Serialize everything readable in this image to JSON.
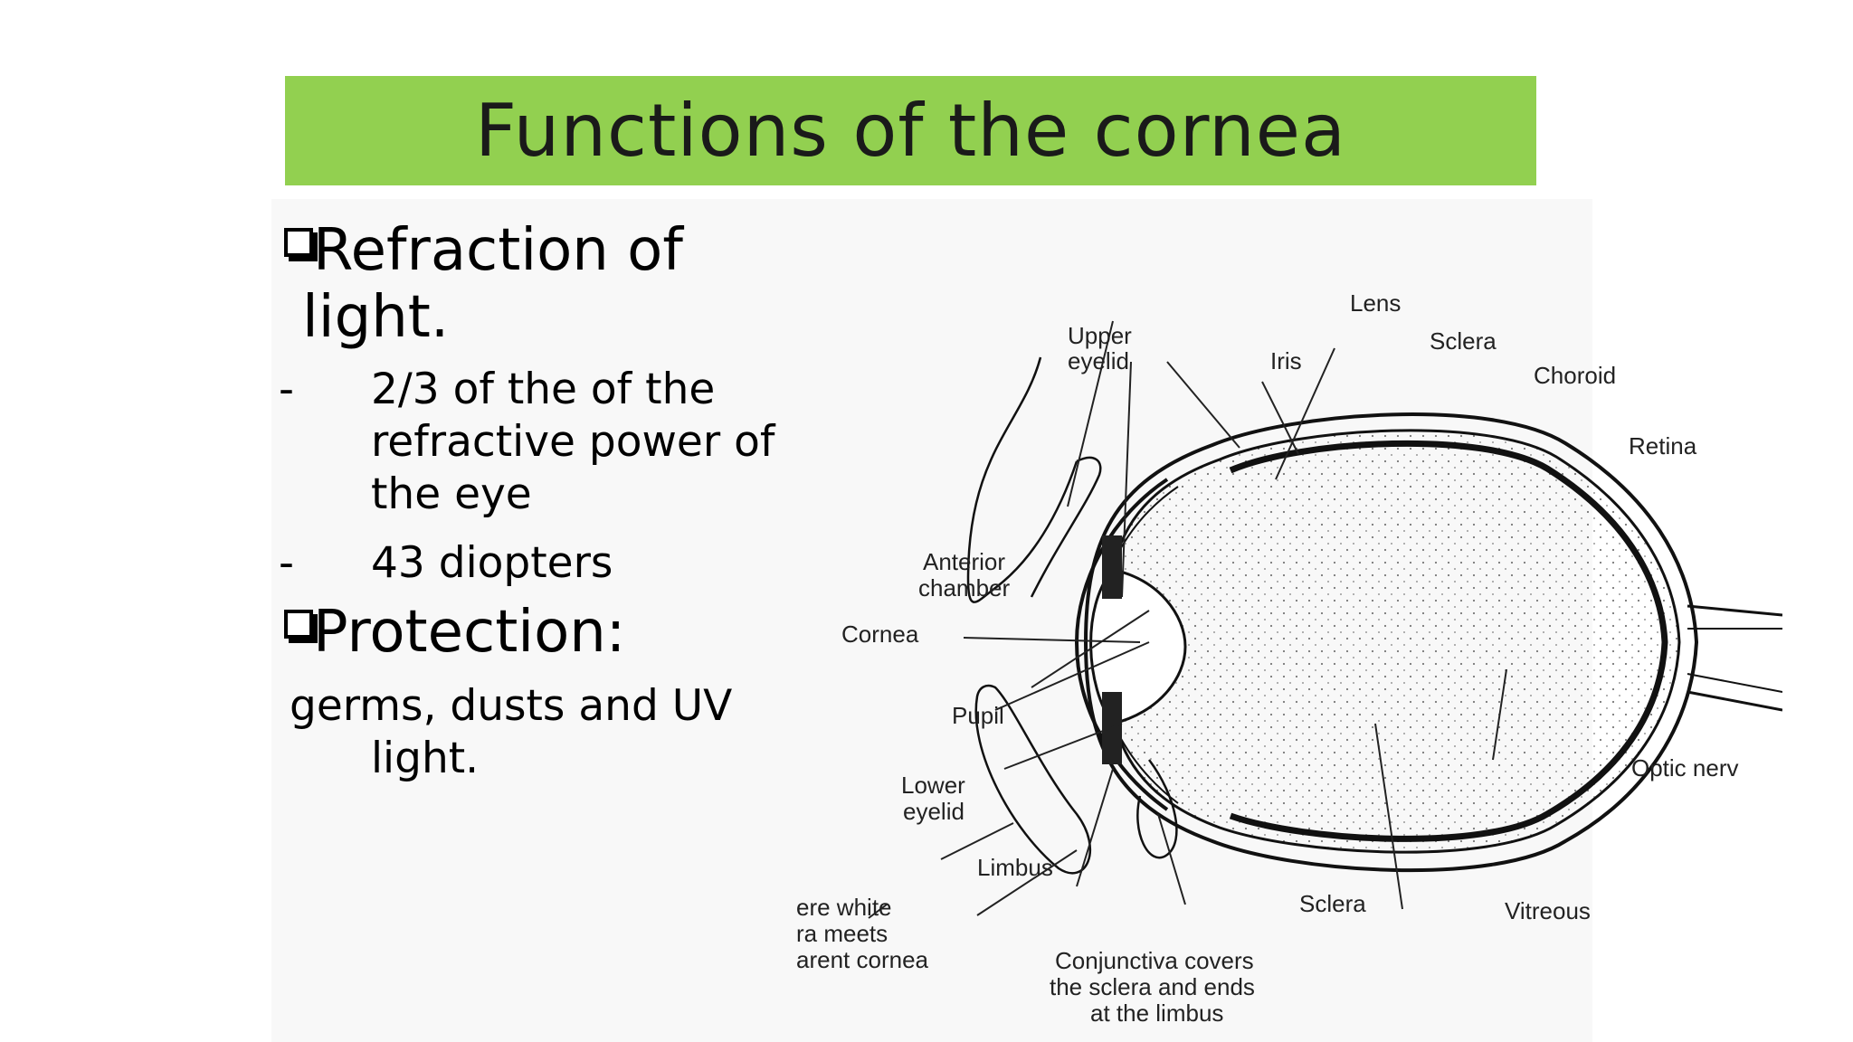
{
  "slide": {
    "title": "Functions of the cornea",
    "point1": {
      "line1": "Refraction of",
      "line2": "light.",
      "sub_bullets": [
        {
          "dash": "-",
          "lines": [
            "2/3 of the of the",
            "refractive power of",
            "the eye"
          ]
        },
        {
          "dash": "-",
          "lines": [
            "43 diopters"
          ]
        }
      ]
    },
    "point2": {
      "heading": "Protection:",
      "line1": "germs, dusts and UV",
      "line2": "light."
    },
    "colors": {
      "title_bar": "#92d050"
    }
  },
  "diagram": {
    "labels": {
      "lens": "Lens",
      "upper_eyelid_1": "Upper",
      "upper_eyelid_2": "eyelid",
      "iris": "Iris",
      "sclera_top": "Sclera",
      "choroid": "Choroid",
      "retina": "Retina",
      "anterior_chamber_1": "Anterior",
      "anterior_chamber_2": "chamber",
      "cornea": "Cornea",
      "pupil": "Pupil",
      "lower_eyelid_1": "Lower",
      "lower_eyelid_2": "eyelid",
      "optic_nerve": "Optic nerv",
      "limbus": "Limbus",
      "limbus_note_1": "ere white",
      "limbus_note_2": "ra meets",
      "limbus_note_3": "arent cornea",
      "sclera_bottom": "Sclera",
      "vitreous": "Vitreous",
      "conjunctiva_1": "Conjunctiva covers",
      "conjunctiva_2": "the sclera and ends",
      "conjunctiva_3": "at the limbus"
    }
  }
}
